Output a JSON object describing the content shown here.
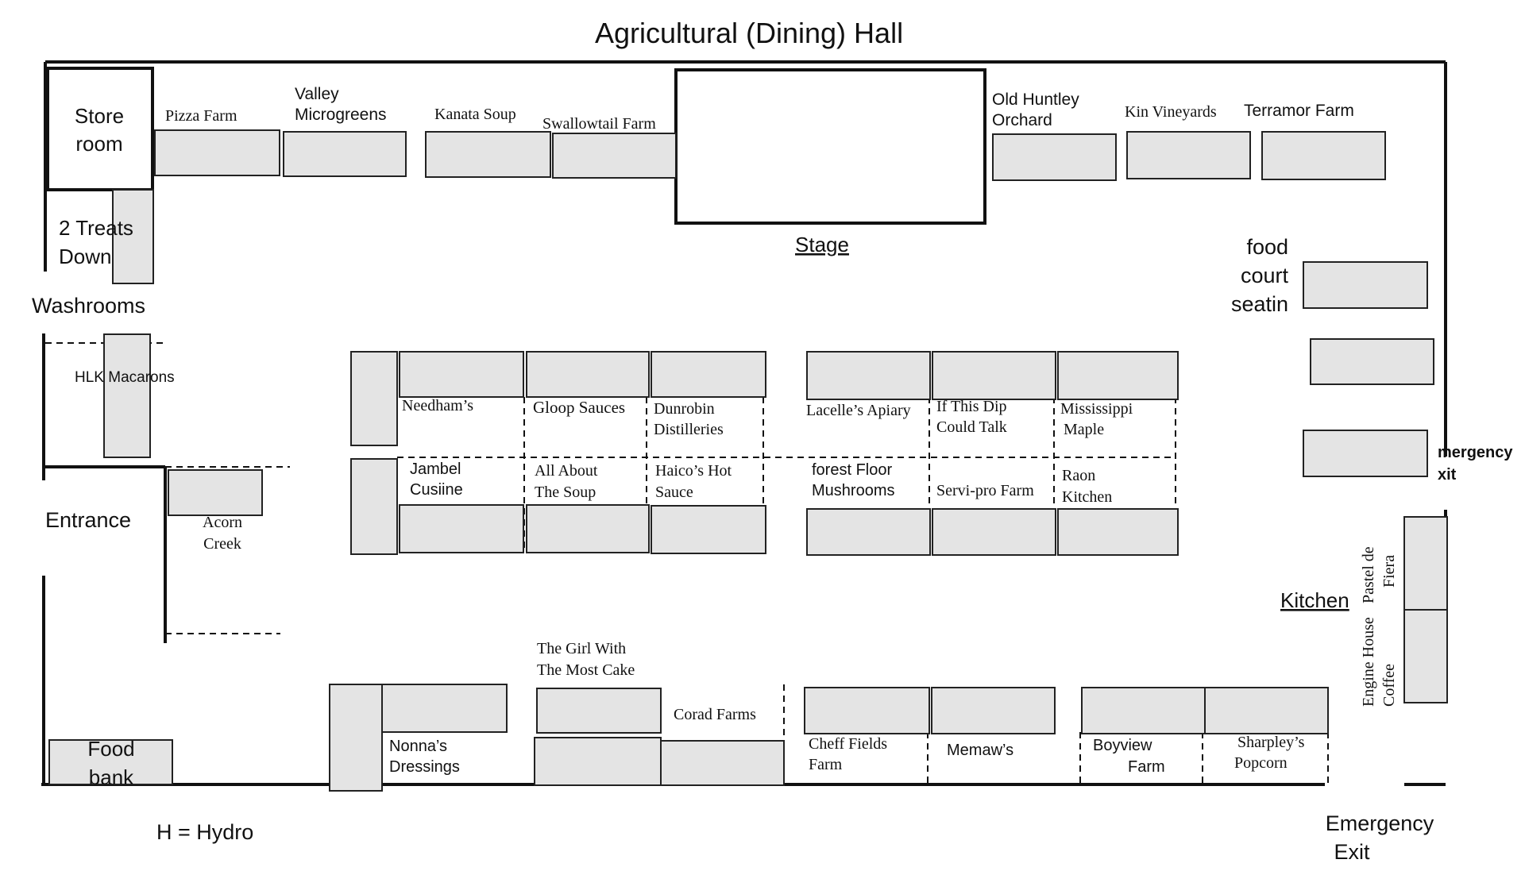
{
  "title": "Agricultural (Dining) Hall",
  "rooms": {
    "store_room": [
      "Store",
      "room"
    ],
    "two_treats_down": [
      "2 Treats",
      "Down"
    ],
    "washrooms": "Washrooms",
    "entrance": "Entrance",
    "food_bank": [
      "Food",
      "bank"
    ],
    "stage": "Stage",
    "food_court_seating": [
      "food",
      "court",
      "seatin"
    ],
    "kitchen": "Kitchen",
    "emergency_exit_right": [
      "mergency",
      "xit"
    ],
    "emergency_exit_bottom": [
      "Emergency",
      "Exit"
    ],
    "hydro_legend": "H = Hydro"
  },
  "vendors": {
    "pizza_farm": [
      "Pizza Farm"
    ],
    "valley_microgreens": [
      "Valley",
      "Microgreens"
    ],
    "kanata_soup": [
      "Kanata Soup"
    ],
    "swallowtail_farm": [
      "Swallowtail Farm"
    ],
    "old_huntley_orchard": [
      "Old Huntley",
      "Orchard"
    ],
    "kin_vineyards": [
      "Kin Vineyards"
    ],
    "terramor_farm": [
      "Terramor Farm"
    ],
    "hlk_macarons": [
      "HLK Macarons"
    ],
    "acorn_creek": [
      "Acorn",
      "Creek"
    ],
    "needhams": [
      "Needham’s"
    ],
    "gloop_sauces": [
      "Gloop Sauces"
    ],
    "dunrobin_distilleries": [
      "Dunrobin",
      "Distilleries"
    ],
    "lacelles_apiary": [
      "Lacelle’s Apiary"
    ],
    "if_this_dip_could_talk": [
      "If This Dip",
      "Could Talk"
    ],
    "mississippi_maple": [
      "Mississippi",
      "Maple"
    ],
    "jambel_cusiine": [
      "Jambel",
      "Cusiine"
    ],
    "all_about_the_soup": [
      "All About",
      "The Soup"
    ],
    "haicos_hot_sauce": [
      "Haico’s Hot",
      "Sauce"
    ],
    "forest_floor_mushrooms": [
      "forest Floor",
      "Mushrooms"
    ],
    "servi_pro_farm": [
      "Servi-pro Farm"
    ],
    "raon_kitchen": [
      "Raon",
      "Kitchen"
    ],
    "the_girl_with_the_most_cake": [
      "The Girl With",
      "The Most Cake"
    ],
    "corad_farms": [
      "Corad Farms"
    ],
    "nonnas_dressings": [
      "Nonna’s",
      "Dressings"
    ],
    "cheff_fields_farm": [
      "Cheff Fields",
      "Farm"
    ],
    "memaws": [
      "Memaw’s"
    ],
    "boyview_farm": [
      "Boyview",
      "Farm"
    ],
    "sharpleys_popcorn": [
      "Sharpley’s",
      "Popcorn"
    ],
    "pastel_de_fiera": [
      "Pastel de",
      "Fiera"
    ],
    "engine_house_coffee": [
      "Engine House",
      "Coffee"
    ]
  }
}
